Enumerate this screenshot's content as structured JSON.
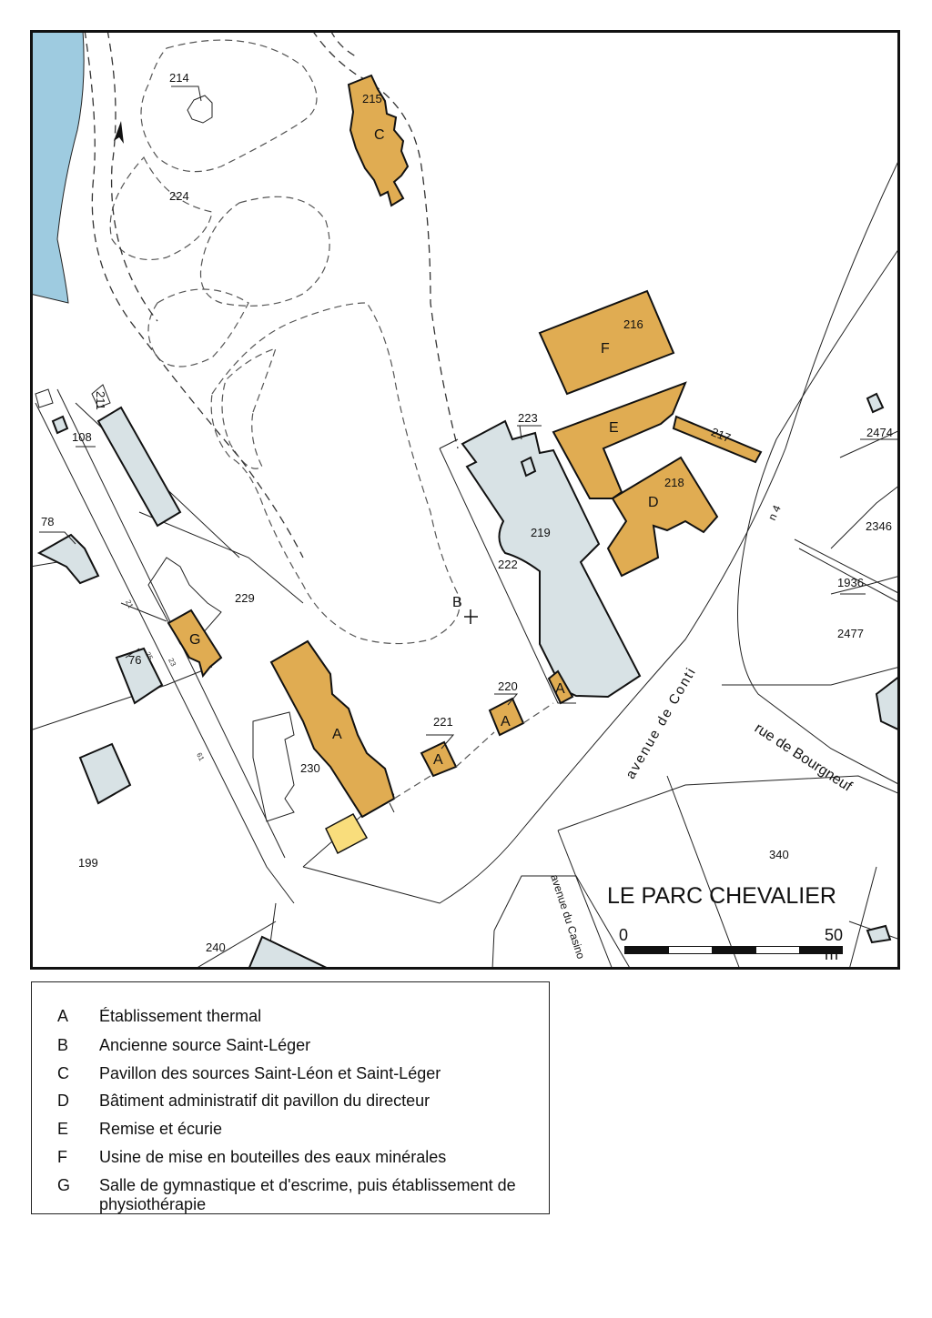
{
  "map": {
    "place_name": "LE PARC CHEVALIER",
    "streets": {
      "conti": "avenue de Conti",
      "bourgneuf": "rue de Bourgneuf",
      "casino": "avenue du Casino",
      "n4": "n 4"
    },
    "parcel_numbers": {
      "p214": "214",
      "p215": "215",
      "p224": "224",
      "p216": "216",
      "p211": "211",
      "p108": "108",
      "p223": "223",
      "p217": "217",
      "p2474": "2474",
      "p218": "218",
      "p219": "219",
      "p78": "78",
      "p222": "222",
      "p2346": "2346",
      "p1936": "1936",
      "p229": "229",
      "p2477": "2477",
      "p76": "76",
      "p220": "220",
      "p221": "221",
      "p230": "230",
      "p340": "340",
      "p199": "199",
      "p240": "240"
    },
    "small_numbers": {
      "s21": "21",
      "s23": "23",
      "s25": "25",
      "s61": "61"
    },
    "building_letters": {
      "C": "C",
      "F": "F",
      "E": "E",
      "D": "D",
      "G": "G",
      "A1": "A",
      "A2": "A",
      "A3": "A",
      "A4": "A",
      "B": "B"
    },
    "colors": {
      "building": "#e0ac52",
      "annex": "#f9dd7c",
      "other_building": "#d8e2e5",
      "water": "#9ecbe0"
    }
  },
  "legend": {
    "items": [
      {
        "key": "A",
        "text": "Établissement thermal"
      },
      {
        "key": "B",
        "text": "Ancienne source Saint-Léger"
      },
      {
        "key": "C",
        "text": "Pavillon des sources Saint-Léon et Saint-Léger"
      },
      {
        "key": "D",
        "text": "Bâtiment administratif dit pavillon du directeur"
      },
      {
        "key": "E",
        "text": "Remise et écurie"
      },
      {
        "key": "F",
        "text": "Usine de mise en bouteilles des eaux minérales"
      },
      {
        "key": "G",
        "text": "Salle de gymnastique et d'escrime, puis établissement de physiothérapie"
      }
    ]
  },
  "scale": {
    "start": "0",
    "end": "50 m"
  }
}
